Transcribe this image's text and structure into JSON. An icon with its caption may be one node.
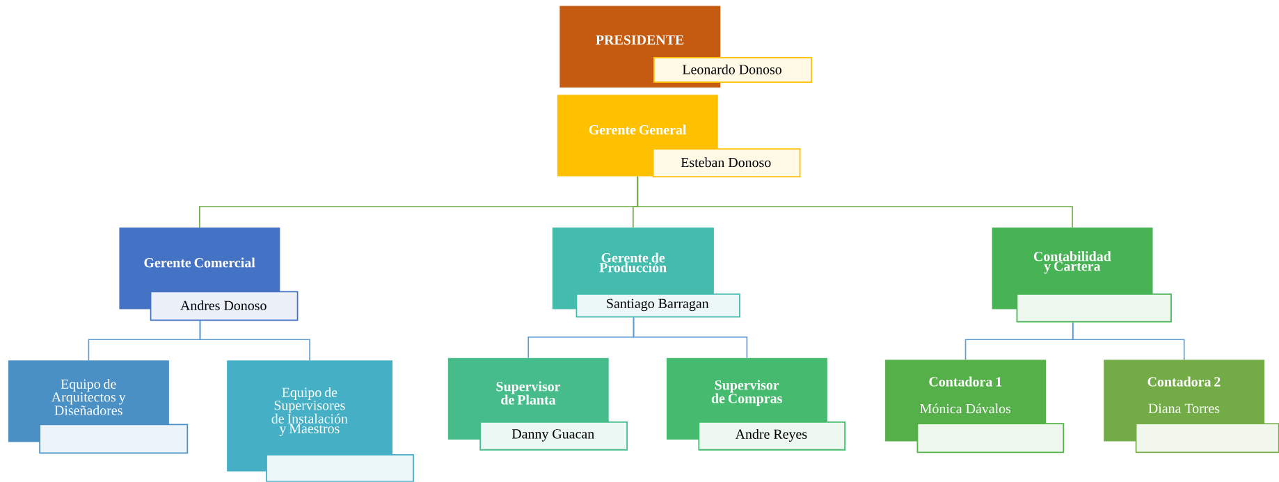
{
  "diagram": {
    "nodes": [
      {
        "text": [
          "PRESIDENTE"
        ]
      },
      {
        "text": [
          "Leonardo Donoso"
        ]
      },
      {
        "text": [
          "Gerente General"
        ]
      },
      {
        "text": [
          "Esteban Donoso"
        ]
      },
      {
        "text": [
          "Gerente Comercial"
        ]
      },
      {
        "text": [
          "Andres Donoso"
        ]
      },
      {
        "text": [
          "Gerente de Producción"
        ]
      },
      {
        "text": [
          "Santiago Barragan"
        ]
      },
      {
        "text": [
          "Contabilidad y Cartera"
        ]
      },
      {
        "text": [],
        "shape": "box"
      },
      {
        "text": [
          "Equipo de Arquitectos y Diseñadores"
        ]
      },
      {
        "text": [],
        "shape": "box"
      },
      {
        "text": [
          "Equipo de Supervisores de Instalación y Maestros"
        ]
      },
      {
        "text": [],
        "shape": "box"
      },
      {
        "text": [
          "Supervisor de Planta"
        ]
      },
      {
        "text": [
          "Danny Guacan"
        ]
      },
      {
        "text": [
          "Supervisor de Compras"
        ]
      },
      {
        "text": [
          "Andre Reyes"
        ]
      },
      {
        "text": [
          "Contadora 1",
          "Mónica Dávalos"
        ]
      },
      {
        "text": [],
        "shape": "box"
      },
      {
        "text": [
          "Contadora 2",
          "Diana Torres"
        ]
      },
      {
        "text": [],
        "shape": "box"
      }
    ],
    "edges": [
      {
        "from": 2,
        "to": 4,
        "arrow": "none",
        "color": "#70ad47"
      },
      {
        "from": 2,
        "to": 6,
        "arrow": "none",
        "color": "#70ad47"
      },
      {
        "from": 2,
        "to": 8,
        "arrow": "none",
        "color": "#70ad47"
      },
      {
        "from": 5,
        "to": 10,
        "arrow": "none"
      },
      {
        "from": 5,
        "to": 12,
        "arrow": "none"
      },
      {
        "from": 7,
        "to": 14,
        "arrow": "none"
      },
      {
        "from": 7,
        "to": 16,
        "arrow": "none"
      },
      {
        "from": 9,
        "to": 18,
        "arrow": "none"
      },
      {
        "from": 9,
        "to": 20,
        "arrow": "none"
      }
    ]
  }
}
